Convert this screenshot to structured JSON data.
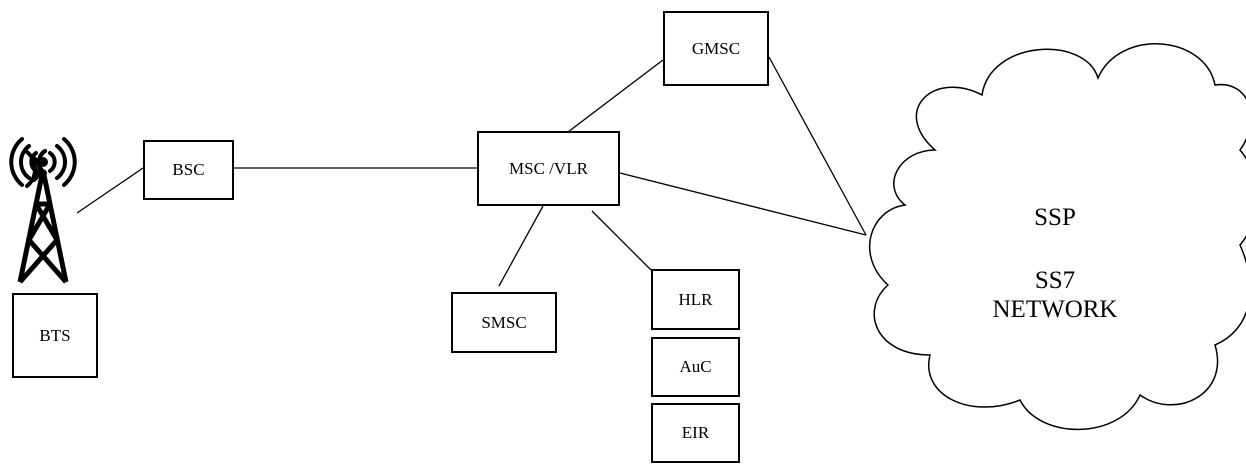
{
  "nodes": {
    "bts": "BTS",
    "bsc": "BSC",
    "msc_vlr": "MSC /VLR",
    "gmsc": "GMSC",
    "smsc": "SMSC",
    "hlr": "HLR",
    "auc": "AuC",
    "eir": "EIR"
  },
  "cloud": {
    "line1": "SSP",
    "line2": "SS7",
    "line3": "NETWORK"
  },
  "icons": {
    "tower": "radio-tower-icon",
    "cloud": "cloud-icon"
  }
}
